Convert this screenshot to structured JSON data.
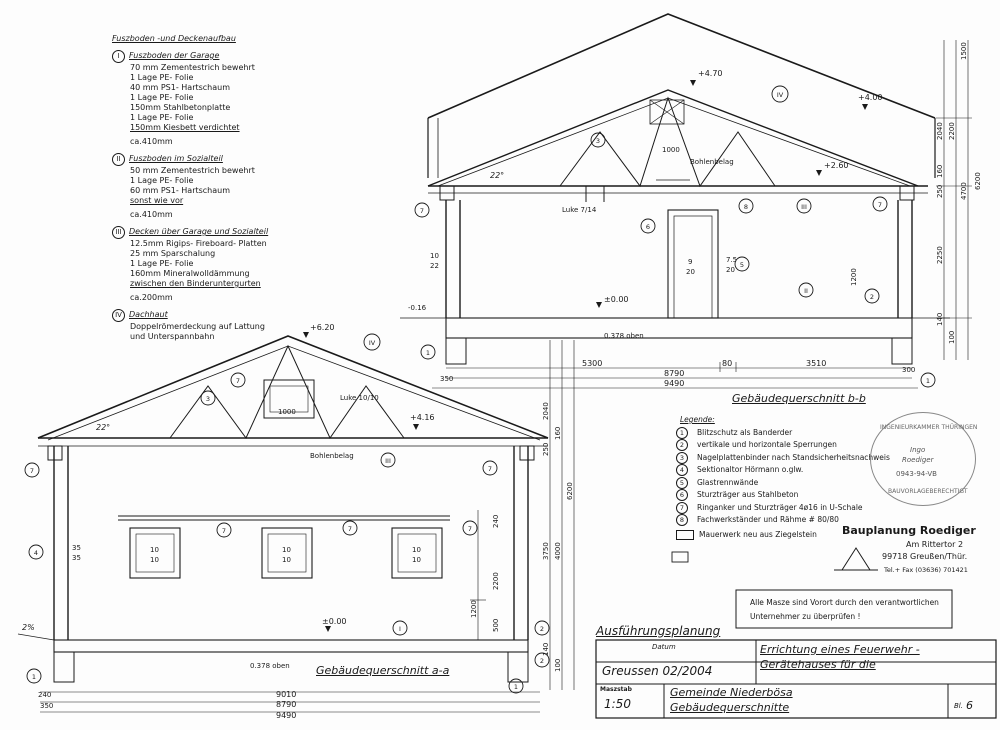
{
  "notes": {
    "title": "Fuszboden -und Deckenaufbau",
    "sections": [
      {
        "num": "I",
        "heading": "Fuszboden der Garage",
        "lines": [
          "70 mm Zementestrich bewehrt",
          "1 Lage PE- Folie",
          "40 mm PS1- Hartschaum",
          "1 Lage PE- Folie",
          "150mm Stahlbetonplatte",
          "1 Lage PE- Folie",
          "150mm Kiesbett verdichtet"
        ],
        "total": "ca.410mm"
      },
      {
        "num": "II",
        "heading": "Fuszboden im Sozialteil",
        "lines": [
          "50 mm Zementestrich bewehrt",
          "1 Lage PE- Folie",
          "60 mm PS1- Hartschaum",
          "sonst wie vor"
        ],
        "total": "ca.410mm"
      },
      {
        "num": "III",
        "heading": "Decken über Garage und Sozialteil",
        "lines": [
          "12.5mm Rigips- Fireboard- Platten",
          "25 mm Sparschalung",
          "1 Lage PE- Folie",
          "160mm Mineralwolldämmung",
          "zwischen den Binderuntergurten"
        ],
        "total": "ca.200mm"
      },
      {
        "num": "IV",
        "heading": "Dachhaut",
        "lines": [
          "Doppelrömerdeckung auf Lattung",
          "und Unterspannbahn"
        ],
        "total": ""
      }
    ]
  },
  "section_bb": {
    "title": "Gebäudequerschnitt b-b",
    "labels": {
      "ridge": "+4.70",
      "roof_right": "+4.00",
      "eave": "+2.60",
      "floor": "±0.00",
      "left_floor": "-0.16",
      "plate": "0.378 oben",
      "angle": "22°",
      "luke": "Luke 7/14",
      "boards": "Bohlenbelag",
      "w1000": "1000",
      "col1": "10",
      "col2": "22",
      "door1": "9",
      "door2": "20",
      "lin1": "7.5",
      "lin2": "20"
    },
    "dims_bottom": [
      "5300",
      "80",
      "3510",
      "8790",
      "9490",
      "350",
      "300"
    ],
    "dims_right": [
      "1500",
      "2040",
      "2200",
      "4700",
      "6200",
      "250",
      "160",
      "2250",
      "1200",
      "140",
      "100"
    ]
  },
  "section_aa": {
    "title": "Gebäudequerschnitt a-a",
    "labels": {
      "ridge": "+6.20",
      "eave": "+4.16",
      "floor": "±0.00",
      "plate": "0.378 oben",
      "angle": "22°",
      "luke": "Luke 10/10",
      "boards": "Bohlenbelag",
      "w1000": "1000",
      "slope": "2%",
      "post1": "35",
      "post2": "35",
      "win1": "10",
      "win2": "10"
    },
    "dims_bottom": [
      "240",
      "350",
      "9010",
      "8790",
      "9490"
    ],
    "dims_right": [
      "2040",
      "250",
      "160",
      "3750",
      "4000",
      "6200",
      "240",
      "2200",
      "1200",
      "500",
      "140",
      "100"
    ]
  },
  "legend": {
    "title": "Legende:",
    "items": [
      {
        "num": "1",
        "text": "Blitzschutz als Banderder"
      },
      {
        "num": "2",
        "text": "vertikale und horizontale Sperrungen"
      },
      {
        "num": "3",
        "text": "Nagelplattenbinder nach Standsicherheitsnachweis"
      },
      {
        "num": "4",
        "text": "Sektionaltor Hörmann o.glw."
      },
      {
        "num": "5",
        "text": "Glastrennwände"
      },
      {
        "num": "6",
        "text": "Sturzträger aus Stahlbeton"
      },
      {
        "num": "7",
        "text": "Ringanker und Sturzträger 4ø16 in U-Schale"
      },
      {
        "num": "8",
        "text": "Fachwerkständer und Rähme # 80/80"
      }
    ],
    "masonry": "Mauerwerk neu aus Ziegelstein"
  },
  "stamp": {
    "ring_top": "INGENIEURKAMMER THÜRINGEN",
    "ring_bottom": "BAUVORLAGEBERECHTIGT",
    "name1": "Ingo",
    "name2": "Roediger",
    "reg": "0943-94-VB"
  },
  "firm": {
    "name": "Bauplanung Roediger",
    "street": "Am Rittertor 2",
    "city": "99718 Greußen/Thür.",
    "phone": "Tel.+ Fax (03636) 701421"
  },
  "note_box": {
    "line1": "Alle Masze sind Vorort durch den verantwortlichen",
    "line2": "Unternehmer zu überprüfen !"
  },
  "title_block": {
    "heading": "Ausführungsplanung",
    "date_label": "Datum",
    "date_value": "Greussen 02/2004",
    "project_line1": "Errichtung eines Feuerwehr -",
    "project_line2": "Gerätehauses für die",
    "scale_label": "Maszstab",
    "scale_value": "1:50",
    "client": "Gemeinde Niederbösa",
    "drawing": "Gebäudequerschnitte",
    "sheet_label": "Bl.",
    "sheet_no": "6"
  }
}
